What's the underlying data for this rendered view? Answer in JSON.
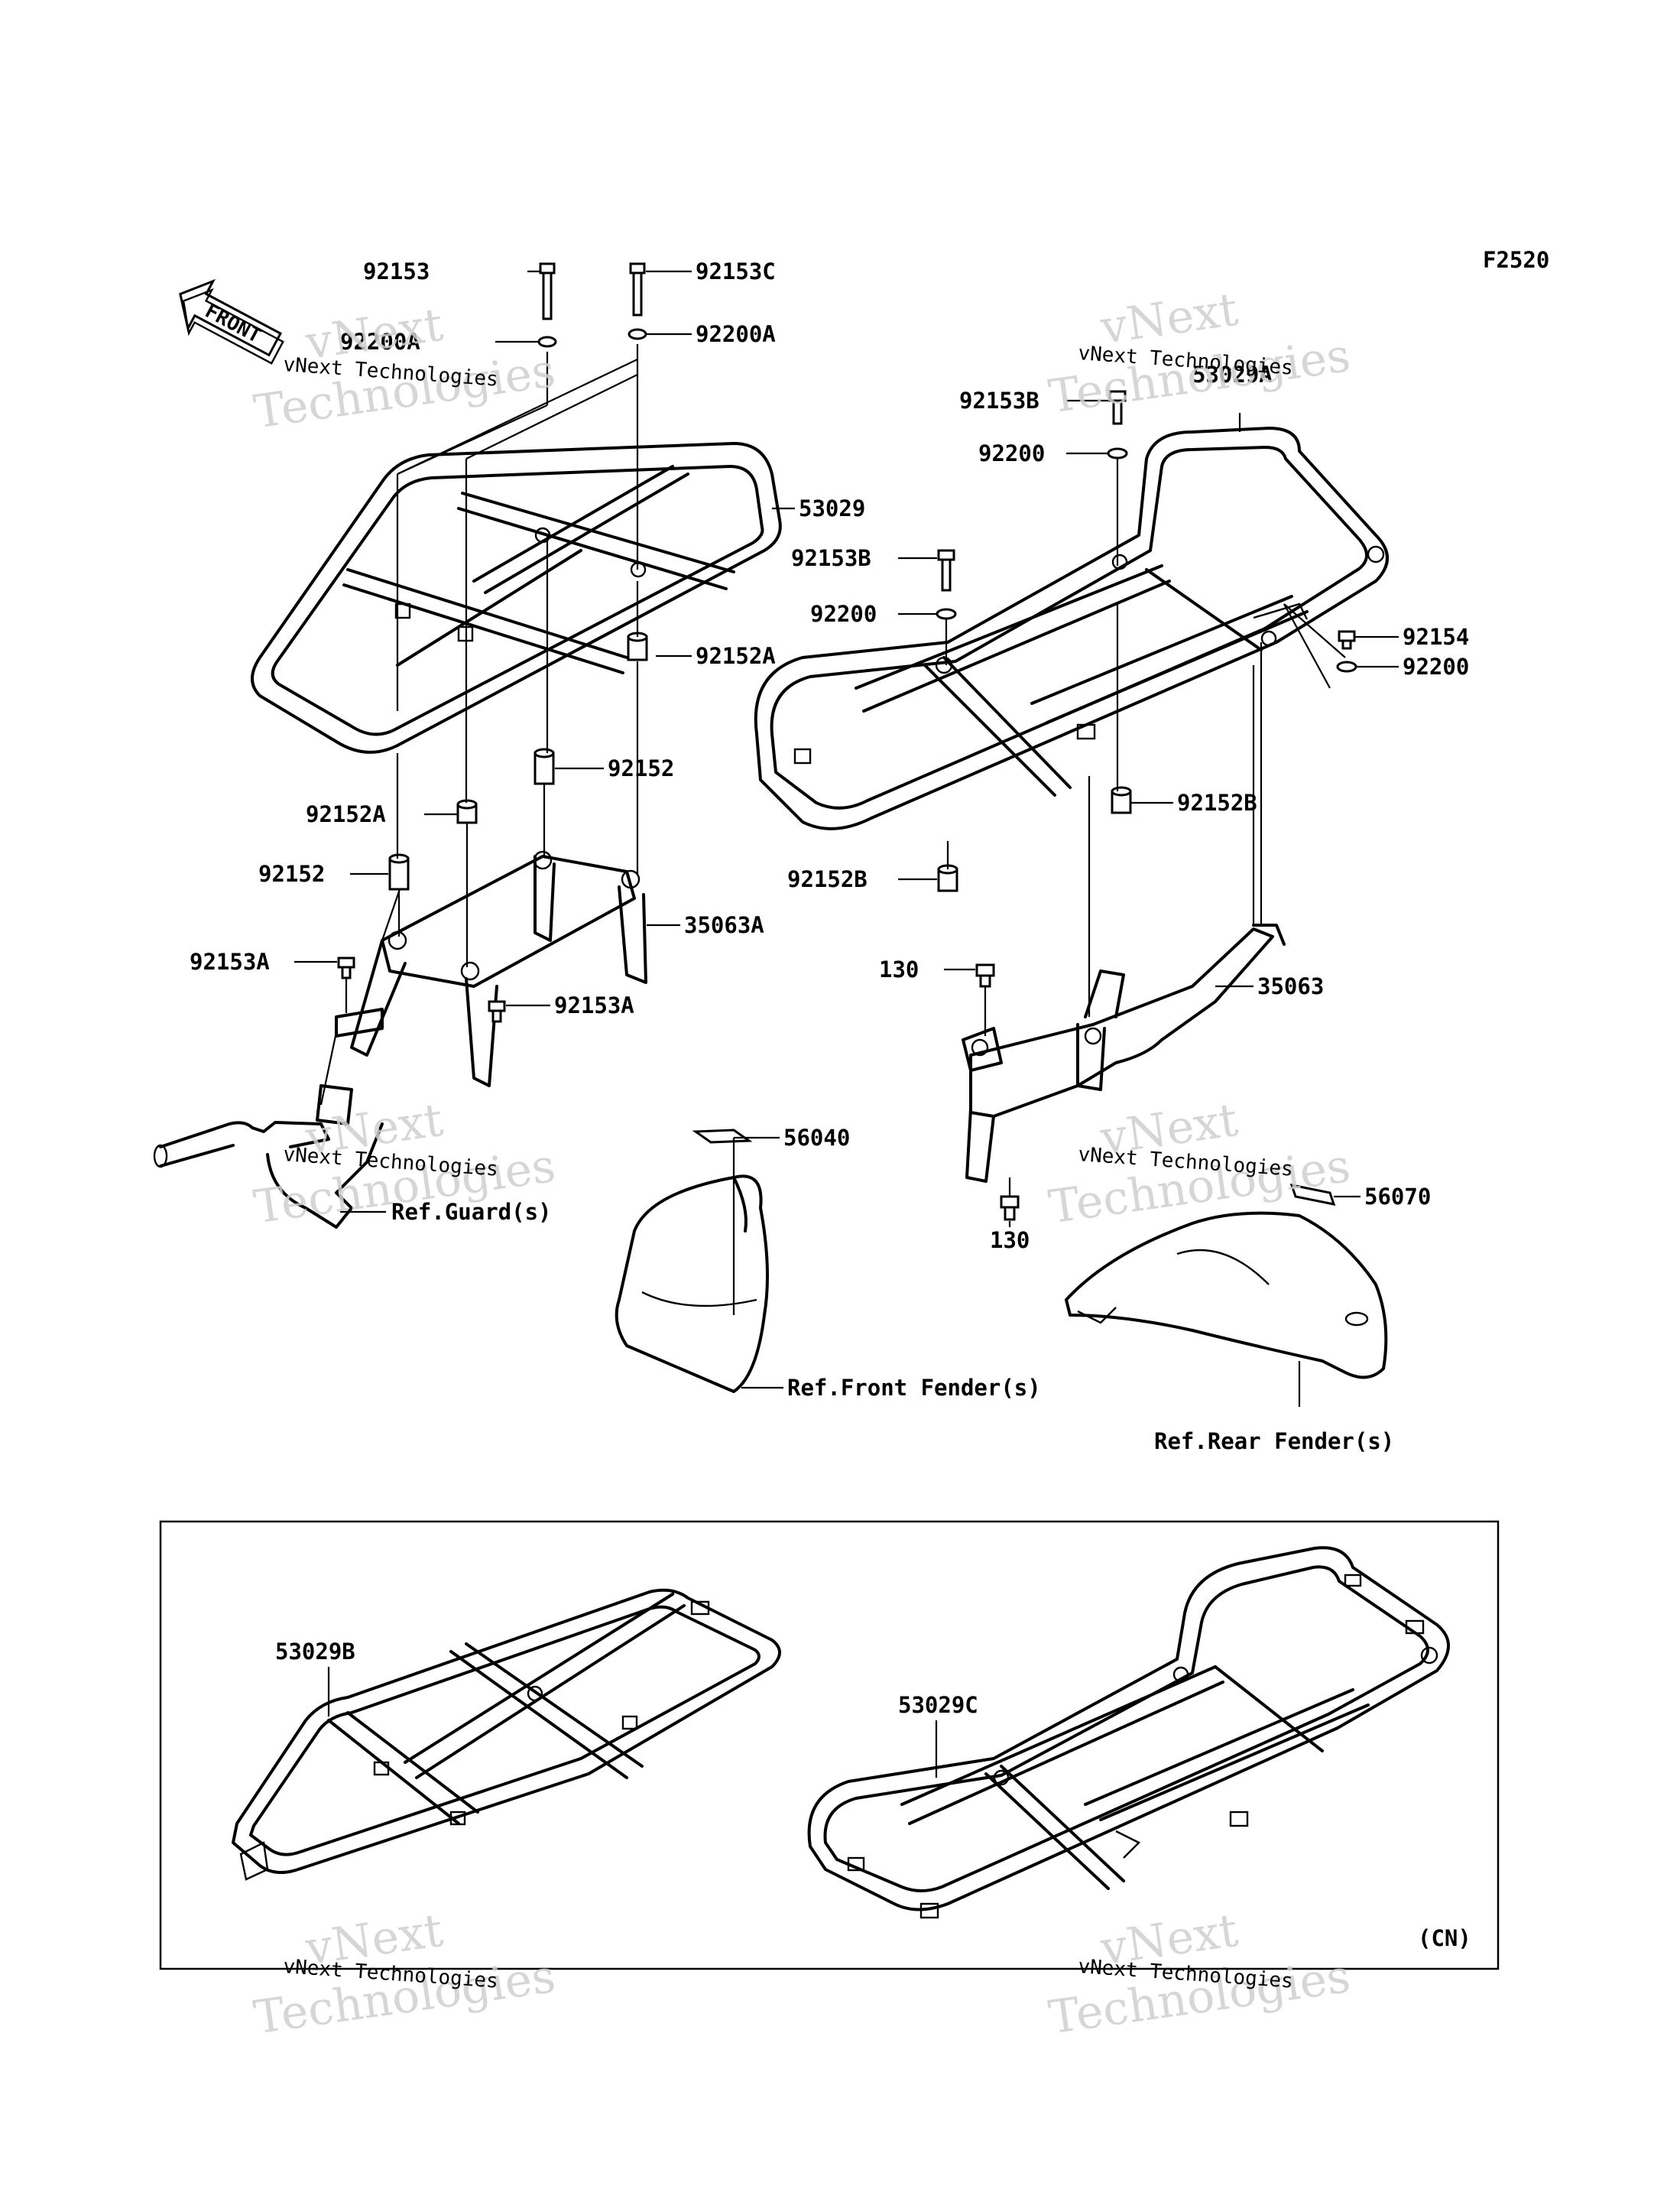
{
  "diagram": {
    "figure_code": "F2520",
    "front_arrow_label": "FRONT",
    "variant_label": "(CN)",
    "watermark": {
      "line1": "vNext",
      "line2": "Technologies",
      "caption": "vNext Technologies"
    },
    "callouts": [
      {
        "id": "92153",
        "text": "92153"
      },
      {
        "id": "92153C",
        "text": "92153C"
      },
      {
        "id": "92200A-l",
        "text": "92200A"
      },
      {
        "id": "92200A-r",
        "text": "92200A"
      },
      {
        "id": "53029",
        "text": "53029"
      },
      {
        "id": "92152A-top",
        "text": "92152A"
      },
      {
        "id": "92152-mid",
        "text": "92152"
      },
      {
        "id": "92152A-left",
        "text": "92152A"
      },
      {
        "id": "92152-left",
        "text": "92152"
      },
      {
        "id": "35063A",
        "text": "35063A"
      },
      {
        "id": "92153A-left",
        "text": "92153A"
      },
      {
        "id": "92153A-mid",
        "text": "92153A"
      },
      {
        "id": "ref-guard",
        "text": "Ref.Guard(s)"
      },
      {
        "id": "56040",
        "text": "56040"
      },
      {
        "id": "ref-front-fender",
        "text": "Ref.Front Fender(s)"
      },
      {
        "id": "53029A",
        "text": "53029A"
      },
      {
        "id": "92153B-top",
        "text": "92153B"
      },
      {
        "id": "92200-top",
        "text": "92200"
      },
      {
        "id": "92153B-mid",
        "text": "92153B"
      },
      {
        "id": "92200-mid",
        "text": "92200"
      },
      {
        "id": "92154",
        "text": "92154"
      },
      {
        "id": "92200-right",
        "text": "92200"
      },
      {
        "id": "92152B-right",
        "text": "92152B"
      },
      {
        "id": "92152B-left",
        "text": "92152B"
      },
      {
        "id": "130-top",
        "text": "130"
      },
      {
        "id": "35063",
        "text": "35063"
      },
      {
        "id": "130-bottom",
        "text": "130"
      },
      {
        "id": "56070",
        "text": "56070"
      },
      {
        "id": "ref-rear-fender",
        "text": "Ref.Rear Fender(s)"
      },
      {
        "id": "53029B",
        "text": "53029B"
      },
      {
        "id": "53029C",
        "text": "53029C"
      }
    ]
  }
}
